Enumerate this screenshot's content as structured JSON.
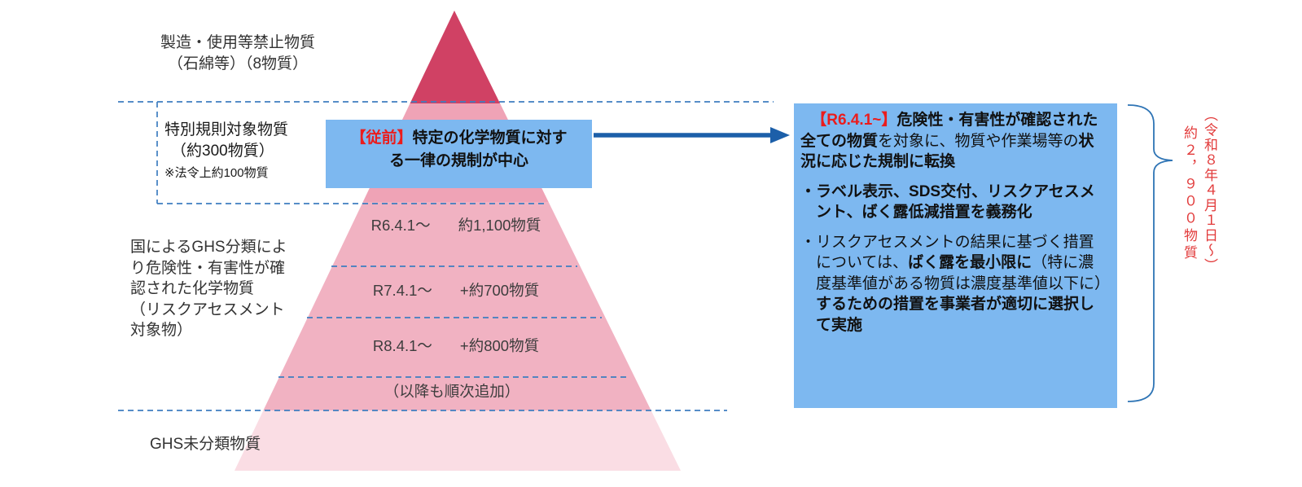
{
  "colors": {
    "pyramid_top": "#d04164",
    "pyramid_upper": "#efa3b6",
    "pyramid_mid": "#f1b2c2",
    "pyramid_bottom": "#fadde4",
    "box_blue": "#7db8f0",
    "arrow_blue": "#1c5fa9",
    "dashed_blue": "#3e7dc0",
    "brace_blue": "#2e74b5",
    "accent_red": "#eb1c1c"
  },
  "labels": {
    "prohibited": "製造・使用等禁止物質\n（石綿等）（8物質）",
    "special_rule_title": "特別規則対象物質",
    "special_rule_count": "（約300物質）",
    "special_rule_note": "※法令上約100物質",
    "ghs_classified": "国によるGHS分類によ\nり危険性・有害性が確\n認された化学物質\n（リスクアセスメント\n対象物）",
    "ghs_unclassified": "GHS未分類物質"
  },
  "pyramid": {
    "rows": [
      {
        "period": "R6.4.1～",
        "count": "約1,100物質"
      },
      {
        "period": "R7.4.1～",
        "count": "+約700物質"
      },
      {
        "period": "R8.4.1～",
        "count": "+約800物質"
      }
    ],
    "footer": "（以降も順次追加）"
  },
  "before_box": {
    "tag": "【従前】",
    "text": "特定の化学物質に対する一律の規制が中心"
  },
  "after_box": {
    "tag": "【R6.4.1~】",
    "p1_bold1": "危険性・有害性が確認された全ての物質",
    "p1_normal1": "を対象に、物質や作業場等の",
    "p1_bold2": "状況に応じた規制に転換",
    "p2_bullet": "・",
    "p2_text": "ラベル表示、SDS交付、リスクアセスメント、ばく露低減措置を義務化",
    "p3_bullet": "・",
    "p3_normal1": "リスクアセスメントの結果に基づく措置については、",
    "p3_bold1": "ばく露を最小限に",
    "p3_normal2": "（特に濃度基準値がある物質は濃度基準値以下に）",
    "p3_bold2": "するための措置を事業者が適切に選択して実施"
  },
  "annotation": {
    "line1": "（令和８年４月１日～）",
    "line2": "約２，９００物質"
  }
}
